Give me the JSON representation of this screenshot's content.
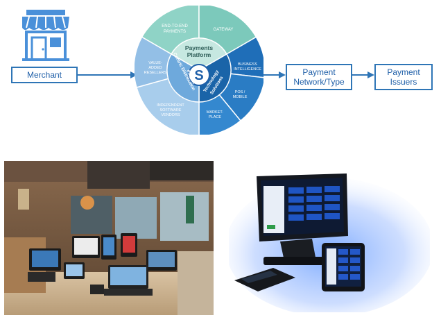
{
  "flow": {
    "merchant_label": "Merchant",
    "network_label_line1": "Payment",
    "network_label_line2": "Network/Type",
    "issuers_label_line1": "Payment",
    "issuers_label_line2": "Issuers"
  },
  "wheel": {
    "center_logo_text": "S",
    "inner_top_label_line1": "Payments",
    "inner_top_label_line2": "Platform",
    "inner_left_label_line1": "Partner",
    "inner_left_label_line2": "Centric Distribution",
    "inner_right_label_line1": "Technology",
    "inner_right_label_line2": "Solutions",
    "segments": {
      "end_to_end_line1": "END-TO-END",
      "end_to_end_line2": "PAYMENTS",
      "gateway": "GATEWAY",
      "business_intel_line1": "BUSINESS",
      "business_intel_line2": "INTELLIGENCE",
      "pos_mobile_line1": "POS /",
      "pos_mobile_line2": "MOBILE",
      "marketplace_line1": "MARKET-",
      "marketplace_line2": "PLACE",
      "isv_line1": "INDEPENDENT",
      "isv_line2": "SOFTWARE",
      "isv_line3": "VENDORS",
      "var_line1": "VALUE-",
      "var_line2": "ADDED",
      "var_line3": "RESELLERS"
    }
  },
  "colors": {
    "accent_blue": "#2e75b6",
    "text_blue": "#1f5fa8",
    "platform_teal": "#6fc3b8",
    "platform_light": "#bfe3dd",
    "distribution_light": "#9dc3e6",
    "distribution_mid": "#7fb2de",
    "tech_dark": "#1f6eb8",
    "tech_mid": "#2e81c9",
    "store_blue": "#4a90d9"
  },
  "icons": {
    "storefront": "storefront-icon",
    "arrow": "arrow-right-icon"
  }
}
